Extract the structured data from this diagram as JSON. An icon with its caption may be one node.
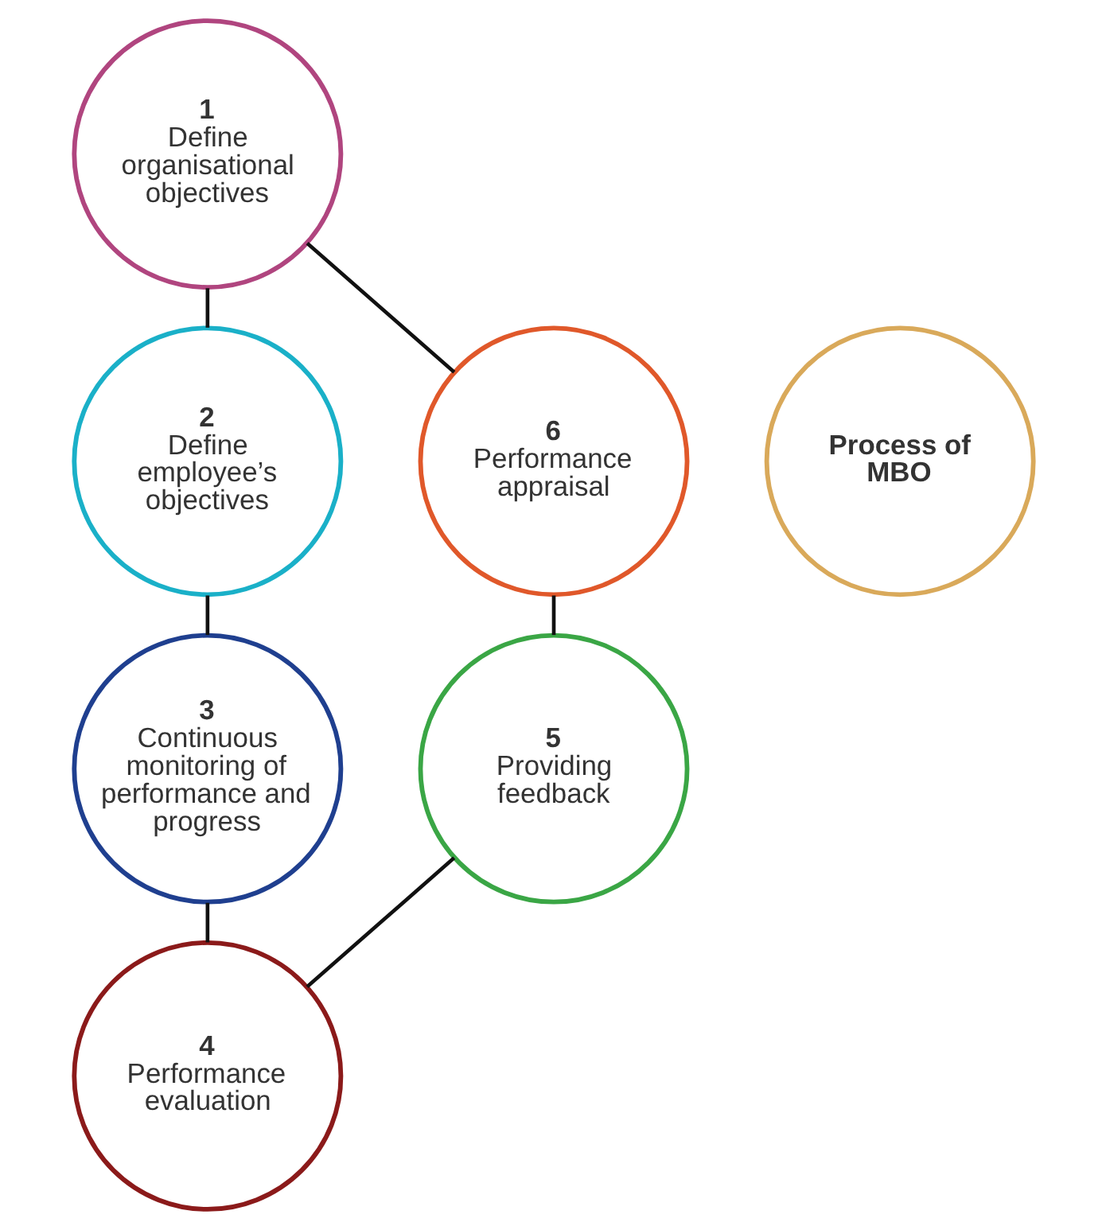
{
  "diagram": {
    "nodes": [
      {
        "text": [
          "1",
          "Define organisational objectives"
        ]
      },
      {
        "text": [
          "2",
          "Define employee’s objectives"
        ]
      },
      {
        "text": [
          "3",
          "Continuous monitoring of performance and progress"
        ]
      },
      {
        "text": [
          "4",
          "Performance evaluation"
        ]
      },
      {
        "text": [
          "5",
          "Providing feedback"
        ]
      },
      {
        "text": [
          "6",
          "Performance appraisal"
        ]
      },
      {
        "text": [
          "Process of MBO"
        ]
      }
    ],
    "edges": [
      {
        "from": 0,
        "to": 1,
        "arrow": "none"
      },
      {
        "from": 1,
        "to": 2,
        "arrow": "none"
      },
      {
        "from": 2,
        "to": 3,
        "arrow": "none"
      },
      {
        "from": 3,
        "to": 4,
        "arrow": "none"
      },
      {
        "from": 4,
        "to": 5,
        "arrow": "none"
      },
      {
        "from": 5,
        "to": 0,
        "arrow": "none"
      }
    ]
  }
}
